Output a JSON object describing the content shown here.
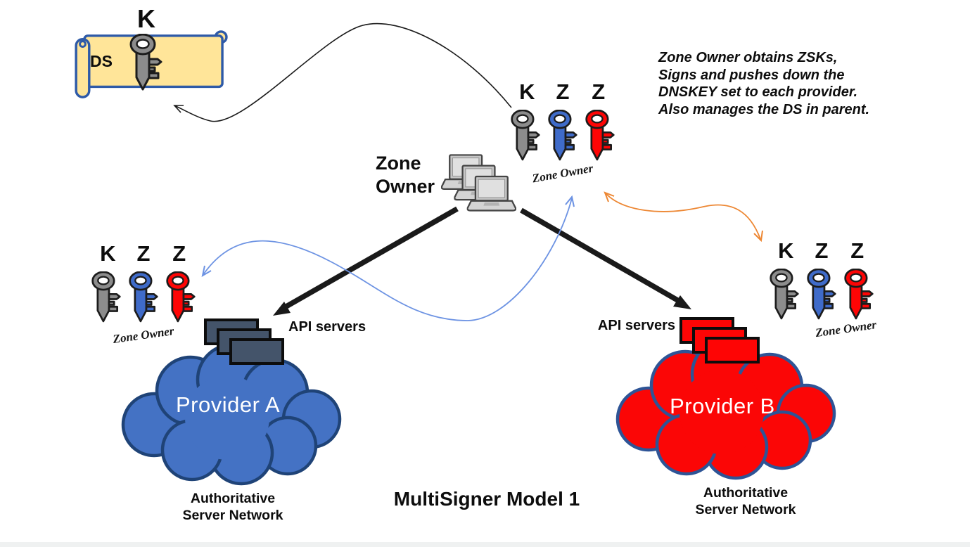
{
  "diagram_title": "MultiSigner Model 1",
  "note": {
    "lines": [
      "Zone Owner obtains ZSKs,",
      "Signs and pushes down the",
      "DNSKEY set to each provider.",
      "Also manages the DS in parent."
    ]
  },
  "parent_zone": {
    "ds_label": "DS",
    "key_letter": "K"
  },
  "zone_owner": {
    "name_line1": "Zone",
    "name_line2": "Owner",
    "key_letters": [
      "K",
      "Z",
      "Z"
    ],
    "keys_caption": "Zone Owner"
  },
  "provider_a": {
    "cloud_label": "Provider A",
    "api_label": "API servers",
    "network_line1": "Authoritative",
    "network_line2": "Server Network",
    "key_letters": [
      "K",
      "Z",
      "Z"
    ],
    "keys_caption": "Zone Owner"
  },
  "provider_b": {
    "cloud_label": "Provider B",
    "api_label": "API servers",
    "network_line1": "Authoritative",
    "network_line2": "Server Network",
    "key_letters": [
      "K",
      "Z",
      "Z"
    ],
    "keys_caption": "Zone Owner"
  },
  "colors": {
    "key_gray": "#8c8c8c",
    "key_blue": "#3f6bc9",
    "key_red": "#fe0505",
    "cloud_a_fill": "#4472c4",
    "cloud_a_stroke": "#1f4377",
    "cloud_b_fill": "#fb0606",
    "cloud_b_stroke": "#2e5496",
    "server_a_fill": "#44546a",
    "server_b_fill": "#fe0505",
    "scroll_fill": "#ffe599",
    "scroll_stroke": "#2e5aa8",
    "arrow_black": "#1a1a1a",
    "arrow_blue": "#6d93e3",
    "arrow_orange": "#ed8733"
  }
}
